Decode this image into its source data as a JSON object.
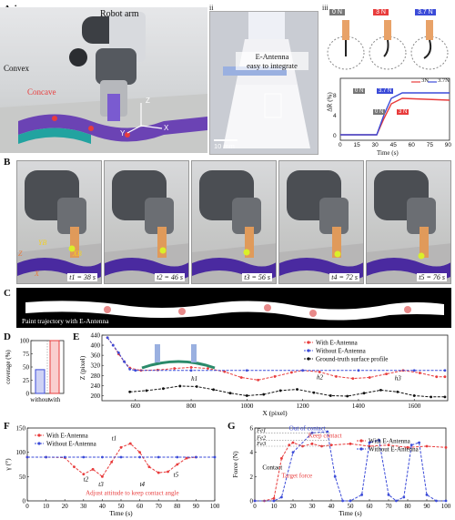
{
  "panel_labels": {
    "a": "A-i",
    "a2": "ii",
    "a3": "iii",
    "b": "B",
    "c": "C",
    "d": "D",
    "e": "E",
    "f": "F",
    "g": "G"
  },
  "panelA": {
    "robot_arm": "Robot arm",
    "convex": "Convex",
    "concave": "Concave",
    "axes": {
      "z": "Z",
      "y": "Y",
      "x": "X"
    },
    "antenna_label_1": "E-Antenna",
    "antenna_label_2": "easy to integrate",
    "scale": "10 mm",
    "forces": [
      "0 N",
      "3 N",
      "3.7 N"
    ],
    "plot": {
      "ylabel": "ΔR (%)",
      "xlabel": "Time (s)",
      "legend": [
        "3N",
        "3.7N"
      ],
      "tag_a": "0 N",
      "tag_b": "3.7 N",
      "tag_c": "0 N",
      "tag_d": "3 N",
      "yticks": [
        "0",
        "4",
        "8"
      ],
      "xticks": [
        "0",
        "15",
        "30",
        "45",
        "60",
        "75",
        "90"
      ]
    }
  },
  "panelB": {
    "times": [
      "t1 = 38 s",
      "t2 = 46 s",
      "t3 = 56 s",
      "t4 = 72 s",
      "t5 = 76 s"
    ],
    "xb": "XB",
    "yb": "YB",
    "z": "Z",
    "x": "X"
  },
  "panelC": {
    "caption": "Paint trajectory with E-Antenna"
  },
  "chart_data": [
    {
      "type": "bar",
      "id": "D",
      "categories": [
        "without",
        "with"
      ],
      "values": [
        45,
        100
      ],
      "ylabel": "coverage (%)",
      "ylim": [
        0,
        100
      ],
      "yticks": [
        "0",
        "25",
        "50",
        "75",
        "100"
      ],
      "colors": [
        "#3b4bd8",
        "#e83c3c"
      ]
    },
    {
      "type": "line",
      "id": "E",
      "xlabel": "X (pixel)",
      "ylabel": "Z (pixel)",
      "xlim": [
        480,
        1720
      ],
      "ylim": [
        180,
        440
      ],
      "xticks": [
        "600",
        "800",
        "1000",
        "1200",
        "1400",
        "1600"
      ],
      "yticks": [
        "200",
        "240",
        "280",
        "320",
        "360",
        "400",
        "440"
      ],
      "legend": [
        "With E-Antenna",
        "Without E-Antenna",
        "Ground-truth surface profile"
      ],
      "annotations": [
        "h1",
        "h2",
        "h3"
      ],
      "series": [
        {
          "name": "With E-Antenna",
          "color": "#e83c3c",
          "x": [
            500,
            520,
            540,
            560,
            580,
            620,
            680,
            740,
            800,
            860,
            920,
            980,
            1040,
            1100,
            1160,
            1200,
            1260,
            1320,
            1380,
            1440,
            1500,
            1560,
            1620,
            1680,
            1710
          ],
          "y": [
            430,
            400,
            365,
            335,
            310,
            300,
            302,
            308,
            312,
            308,
            295,
            272,
            262,
            276,
            292,
            300,
            294,
            276,
            268,
            272,
            286,
            300,
            290,
            275,
            275
          ]
        },
        {
          "name": "Without E-Antenna",
          "color": "#3b4bd8",
          "x": [
            500,
            520,
            540,
            560,
            580,
            600,
            800,
            1000,
            1200,
            1400,
            1600,
            1710
          ],
          "y": [
            430,
            400,
            370,
            335,
            305,
            300,
            300,
            300,
            300,
            300,
            300,
            300
          ]
        },
        {
          "name": "Ground-truth surface profile",
          "color": "#111111",
          "x": [
            580,
            640,
            700,
            760,
            820,
            880,
            940,
            1000,
            1060,
            1120,
            1180,
            1240,
            1300,
            1360,
            1420,
            1480,
            1540,
            1600,
            1660,
            1710
          ],
          "y": [
            215,
            220,
            228,
            238,
            236,
            224,
            210,
            200,
            205,
            220,
            225,
            212,
            200,
            198,
            210,
            222,
            215,
            200,
            195,
            195
          ]
        }
      ]
    },
    {
      "type": "line",
      "id": "F",
      "xlabel": "Time (s)",
      "ylabel": "γ (°)",
      "xlim": [
        0,
        100
      ],
      "ylim": [
        0,
        150
      ],
      "xticks": [
        "0",
        "10",
        "20",
        "30",
        "40",
        "50",
        "60",
        "70",
        "80",
        "90",
        "100"
      ],
      "yticks": [
        "0",
        "50",
        "100",
        "150"
      ],
      "legend": [
        "With E-Antenna",
        "Without E-Antenna"
      ],
      "annotations": [
        "t1",
        "t2",
        "t3",
        "t4",
        "t5"
      ],
      "note": "Adjust attitude to keep contact angle",
      "series": [
        {
          "name": "With E-Antenna",
          "color": "#e83c3c",
          "x": [
            0,
            10,
            20,
            25,
            30,
            35,
            40,
            45,
            50,
            55,
            60,
            65,
            70,
            75,
            80,
            85,
            90
          ],
          "y": [
            90,
            90,
            89,
            70,
            55,
            65,
            50,
            80,
            110,
            118,
            100,
            70,
            58,
            60,
            75,
            88,
            90
          ]
        },
        {
          "name": "Without E-Antenna",
          "color": "#3b4bd8",
          "x": [
            0,
            10,
            20,
            30,
            40,
            50,
            60,
            70,
            80,
            90,
            100
          ],
          "y": [
            90,
            90,
            90,
            90,
            90,
            90,
            90,
            90,
            90,
            90,
            90
          ]
        }
      ]
    },
    {
      "type": "line",
      "id": "G",
      "xlabel": "Time (s)",
      "ylabel": "Force (N)",
      "xlim": [
        0,
        100
      ],
      "ylim": [
        0,
        6
      ],
      "xticks": [
        "0",
        "10",
        "20",
        "30",
        "40",
        "50",
        "60",
        "70",
        "80",
        "90",
        "100"
      ],
      "yticks": [
        "0",
        "2",
        "4",
        "6"
      ],
      "legend": [
        "With E-Antenna",
        "Without E-Antenna"
      ],
      "labels": {
        "fe1": "Fe1",
        "fe2": "Fe2",
        "fe3": "Fe3",
        "out": "Out of contact",
        "keep": "Keep contact",
        "contact": "Contact",
        "target": "Target force"
      },
      "series": [
        {
          "name": "With E-Antenna",
          "color": "#e83c3c",
          "x": [
            0,
            5,
            10,
            14,
            18,
            20,
            25,
            30,
            35,
            40,
            50,
            60,
            70,
            80,
            90,
            100
          ],
          "y": [
            0,
            0,
            0.2,
            3.5,
            4.6,
            4.8,
            4.5,
            4.7,
            4.5,
            4.6,
            4.7,
            4.5,
            4.6,
            4.4,
            4.5,
            4.4
          ]
        },
        {
          "name": "Without E-Antenna",
          "color": "#3b4bd8",
          "x": [
            0,
            10,
            14,
            20,
            30,
            38,
            42,
            46,
            50,
            56,
            60,
            65,
            70,
            74,
            78,
            82,
            86,
            90,
            95,
            100
          ],
          "y": [
            0,
            0,
            0.3,
            4.0,
            5.6,
            5.7,
            2.0,
            0,
            0,
            0.5,
            4.8,
            5.0,
            0.5,
            0,
            0.3,
            4.6,
            4.8,
            0.5,
            0,
            0
          ]
        }
      ]
    }
  ]
}
